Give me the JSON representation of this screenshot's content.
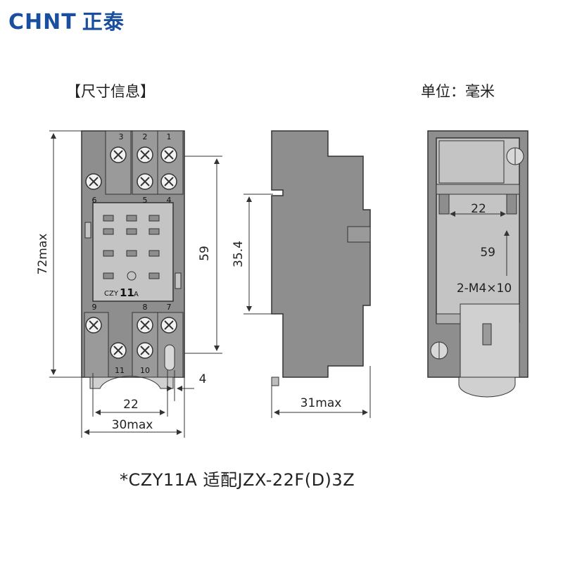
{
  "brand": {
    "latin": "CHNT",
    "chinese": "正泰",
    "color": "#1a4fa0"
  },
  "header": {
    "left": "【尺寸信息】",
    "right": "单位：毫米"
  },
  "front_view": {
    "terminals_top": [
      "3",
      "2",
      "1"
    ],
    "terminals_top_inner": [
      "6",
      "5",
      "4"
    ],
    "terminals_bottom_inner": [
      "9",
      "8",
      "7"
    ],
    "terminals_bottom": [
      "11",
      "10"
    ],
    "model_label": "CZY",
    "model_number": "11",
    "model_suffix": "A"
  },
  "dimensions": {
    "height_max": "72max",
    "height_inner": "59",
    "width_inner": "22",
    "width_max": "30max",
    "hole_gap": "4",
    "rail": "35.4",
    "depth_max": "31max",
    "mount_width": "22",
    "mount_pitch": "59",
    "screws": "2-M4×10"
  },
  "caption": "*CZY11A   适配JZX-22F(D)3Z",
  "colors": {
    "body": "#8e8e8e",
    "body_light": "#bdbdbd",
    "line": "#333333"
  }
}
